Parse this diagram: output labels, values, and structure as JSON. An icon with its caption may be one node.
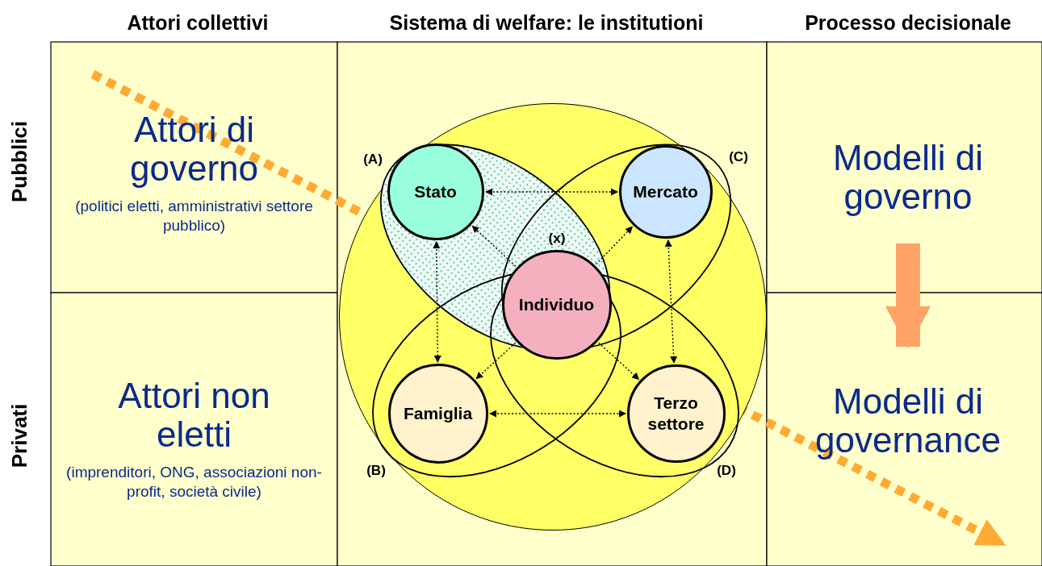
{
  "diagram": {
    "nodes": [
      {
        "text": [
          "Attori di governo",
          "(politici eletti, amministrativi settore pubblico)"
        ]
      },
      {
        "text": [
          "Attori non eletti",
          "(imprenditori, ONG, associazioni non-profit, società civile)"
        ]
      },
      {
        "text": [
          "Modelli di governo"
        ]
      },
      {
        "text": [
          "Modelli di governance"
        ]
      },
      {
        "text": [],
        "shape": "circle"
      },
      {
        "text": [
          "Stato"
        ],
        "in": 4
      },
      {
        "text": [
          "Mercato"
        ],
        "in": 4
      },
      {
        "text": [
          "Individuo"
        ],
        "in": 4
      },
      {
        "text": [
          "Famiglia"
        ],
        "in": 4
      },
      {
        "text": [
          "Terzo settore"
        ],
        "in": 4
      }
    ],
    "edges": [
      {
        "from": 5,
        "to": 6,
        "arrow": "both",
        "style": "dashed"
      },
      {
        "from": 7,
        "to": 5,
        "arrow": "to",
        "style": "dashed"
      },
      {
        "from": 7,
        "to": 6,
        "arrow": "to",
        "style": "dashed"
      },
      {
        "from": 5,
        "to": 8,
        "arrow": "both",
        "style": "dashed"
      },
      {
        "from": 6,
        "to": 9,
        "arrow": "both",
        "style": "dashed"
      },
      {
        "from": 7,
        "to": 8,
        "arrow": "to",
        "style": "dashed"
      },
      {
        "from": 7,
        "to": 9,
        "arrow": "to",
        "style": "dashed"
      },
      {
        "from": 8,
        "to": 9,
        "arrow": "both",
        "style": "dashed"
      },
      {
        "from": 2,
        "to": 3,
        "arrow": "to",
        "style": "thick",
        "color": "#ffa366"
      }
    ],
    "labels": [
      "Attori collettivi",
      "Sistema di welfare: le institutioni",
      "Processo decisionale",
      "Pubblici",
      "(A)",
      "(C)",
      "(x)",
      "Privati",
      "(B)",
      "(D)"
    ]
  }
}
